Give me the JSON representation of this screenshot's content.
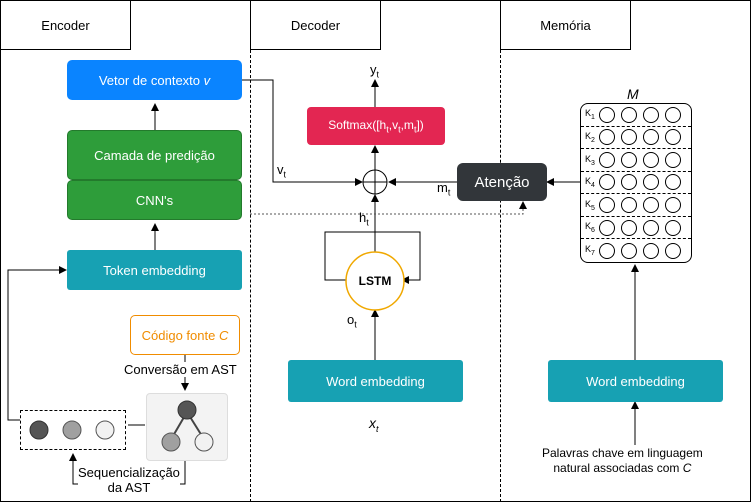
{
  "lanes": {
    "encoder": "Encoder",
    "decoder": "Decoder",
    "memory": "Memória"
  },
  "encoder": {
    "context_vector": "Vetor de contexto v",
    "prediction_layer": "Camada de predição",
    "cnns": "CNN's",
    "token_embedding": "Token embedding",
    "source_code": "Código fonte C",
    "ast_conversion": "Conversão em AST",
    "serialization_line1": "Sequencialização",
    "serialization_line2": "da AST"
  },
  "decoder": {
    "y_label": "y",
    "y_sub": "t",
    "softmax_prefix": "Softmax([h",
    "softmax_sub1": "t",
    "softmax_mid1": ",v",
    "softmax_sub2": "t",
    "softmax_mid2": ",m",
    "softmax_sub3": "t",
    "softmax_suffix": "])",
    "v_label": "v",
    "v_sub": "t",
    "m_label": "m",
    "m_sub": "t",
    "h_label": "h",
    "h_sub": "t",
    "lstm": "LSTM",
    "o_label": "o",
    "o_sub": "t",
    "word_embedding": "Word embedding",
    "x_label": "x",
    "x_sub": "t",
    "attention": "Atenção"
  },
  "memory": {
    "title": "M",
    "keys": [
      {
        "k": "K",
        "sub": "1"
      },
      {
        "k": "K",
        "sub": "2"
      },
      {
        "k": "K",
        "sub": "3"
      },
      {
        "k": "K",
        "sub": "4"
      },
      {
        "k": "K",
        "sub": "5"
      },
      {
        "k": "K",
        "sub": "6"
      },
      {
        "k": "K",
        "sub": "7"
      }
    ],
    "word_embedding": "Word embedding",
    "keywords_line1": "Palavras chave em linguagem",
    "keywords_line2_prefix": "natural associadas com ",
    "keywords_line2_var": "C"
  },
  "colors": {
    "blue": "#0a84ff",
    "green": "#2e9d3a",
    "teal": "#17a1b3",
    "red": "#e32652",
    "dark": "#32363a",
    "orange": "#f08c00"
  }
}
